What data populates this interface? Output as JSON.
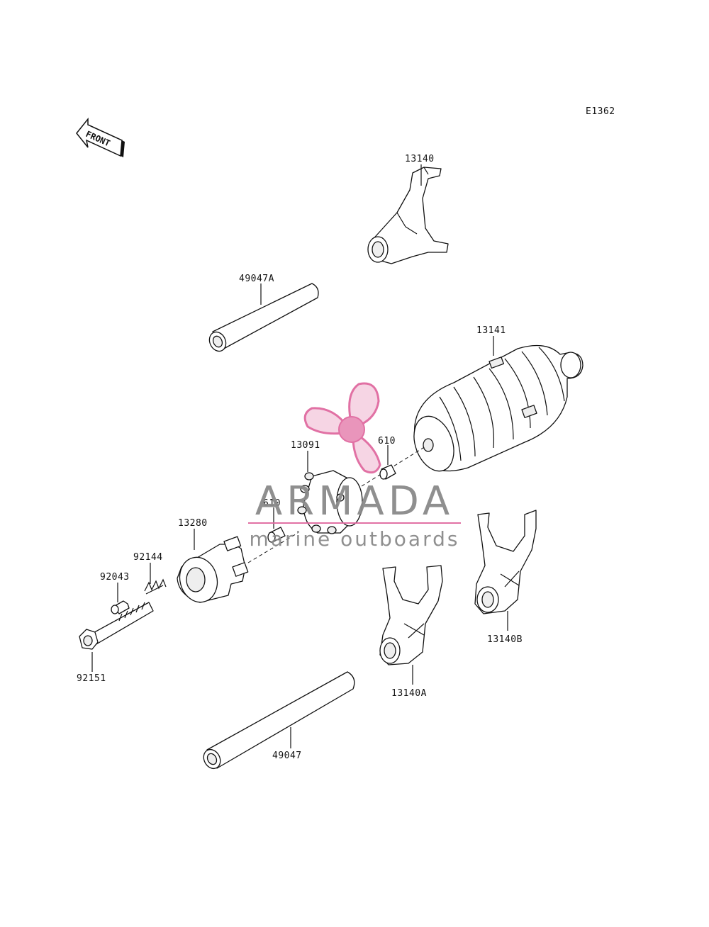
{
  "diagram_code": "E1362",
  "front_arrow_label": "FRONT",
  "parts": [
    {
      "id": "fork-top",
      "label": "13140"
    },
    {
      "id": "shaft-top",
      "label": "49047A"
    },
    {
      "id": "drum",
      "label": "13141"
    },
    {
      "id": "pin-right",
      "label": "610"
    },
    {
      "id": "pin-plate",
      "label": "13091"
    },
    {
      "id": "pin-left",
      "label": "610"
    },
    {
      "id": "cam-holder",
      "label": "13280"
    },
    {
      "id": "spring",
      "label": "92144"
    },
    {
      "id": "plunger",
      "label": "92043"
    },
    {
      "id": "bolt",
      "label": "92151"
    },
    {
      "id": "fork-a",
      "label": "13140A"
    },
    {
      "id": "fork-b",
      "label": "13140B"
    },
    {
      "id": "shaft-bottom",
      "label": "49047"
    }
  ],
  "watermark": {
    "brand": "ARMADA",
    "tagline": "marine outboards",
    "colors": {
      "gray": "#8a8a8a",
      "pink": "#e06aa0",
      "pink_fill": "#f6d3e3"
    }
  }
}
